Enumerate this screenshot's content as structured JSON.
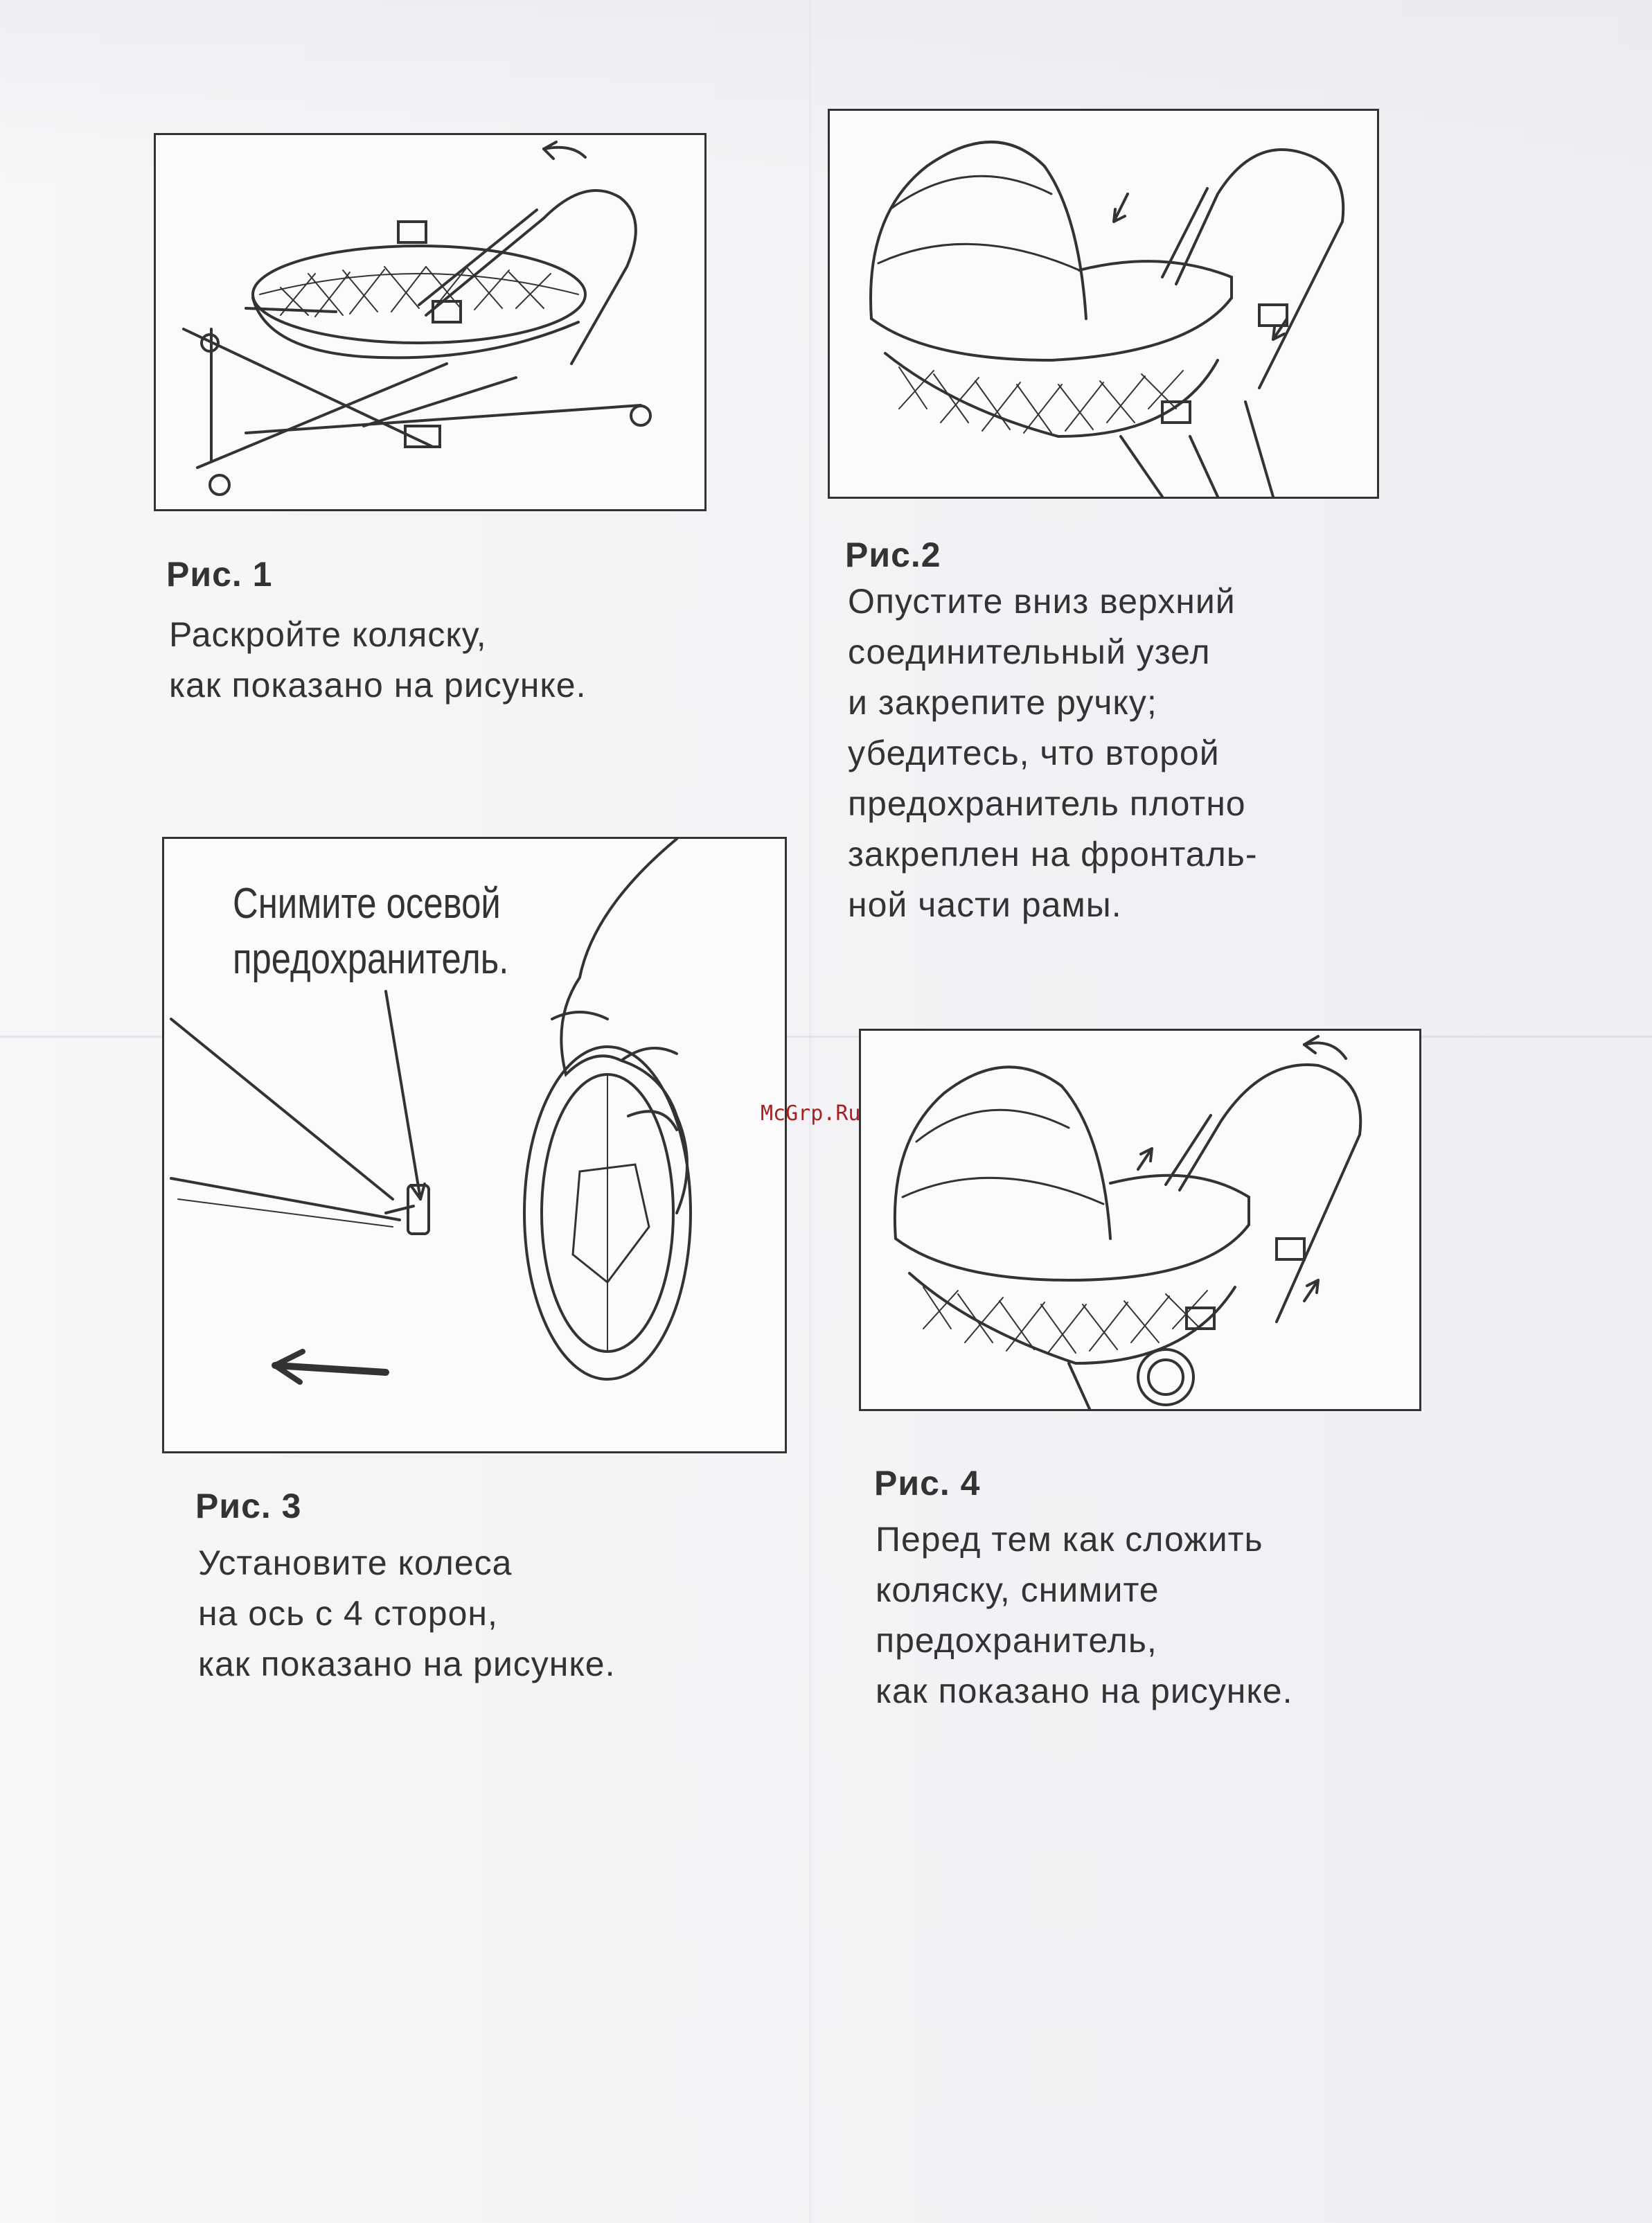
{
  "figures": [
    {
      "title": "Рис. 1",
      "lines": [
        "Раскройте коляску,",
        "как показано на рисунке."
      ]
    },
    {
      "title": "Рис.2",
      "lines": [
        "Опустите вниз верхний",
        "соединительный узел",
        "и закрепите ручку;",
        "убедитесь, что второй",
        "предохранитель плотно",
        "закреплен на фронталь-",
        "ной части рамы."
      ]
    },
    {
      "title": "Рис. 3",
      "lines": [
        "Установите колеса",
        "на ось с 4 сторон,",
        "как показано на рисунке."
      ],
      "callout_lines": [
        "Снимите осевой",
        "предохранитель."
      ]
    },
    {
      "title": "Рис. 4",
      "lines": [
        "Перед тем как сложить",
        "коляску, снимите",
        "предохранитель,",
        "как показано на рисунке."
      ]
    }
  ],
  "watermark": "McGrp.Ru"
}
